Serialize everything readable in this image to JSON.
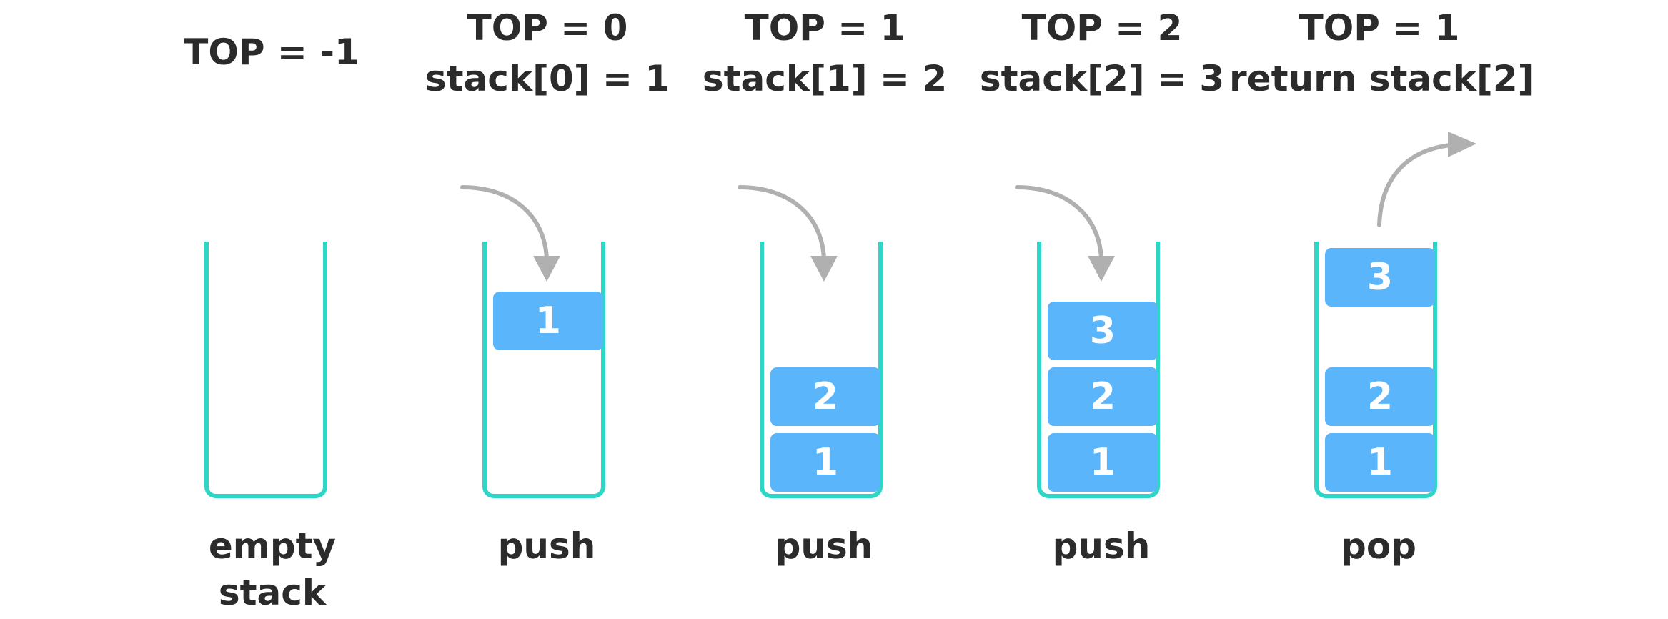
{
  "steps": [
    {
      "title_lines": [
        "TOP = -1"
      ],
      "operation_lines": [
        "empty",
        "stack"
      ],
      "blocks": []
    },
    {
      "title_lines": [
        "TOP = 0",
        "stack[0] = 1"
      ],
      "operation_lines": [
        "push"
      ],
      "blocks": [
        "1"
      ]
    },
    {
      "title_lines": [
        "TOP = 1",
        "stack[1] = 2"
      ],
      "operation_lines": [
        "push"
      ],
      "blocks": [
        "1",
        "2"
      ]
    },
    {
      "title_lines": [
        "TOP = 2",
        "stack[2] = 3"
      ],
      "operation_lines": [
        "push"
      ],
      "blocks": [
        "1",
        "2",
        "3"
      ]
    },
    {
      "title_lines": [
        "TOP = 1",
        "return stack[2]"
      ],
      "operation_lines": [
        "pop"
      ],
      "blocks": [
        "1",
        "2",
        "3"
      ]
    }
  ],
  "colors": {
    "container_outline": "#2ed6c8",
    "block_fill": "#5ab5fb",
    "arrow": "#b0b0b0",
    "text": "#2b2b2b"
  },
  "icons": {
    "push_arrow": "curved-arrow-down-icon",
    "pop_arrow": "curved-arrow-up-right-icon"
  }
}
